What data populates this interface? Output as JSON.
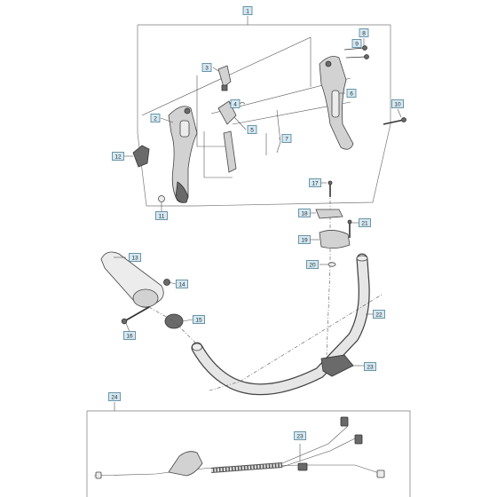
{
  "callouts": [
    {
      "id": "c1",
      "label": "1"
    },
    {
      "id": "c2",
      "label": "2"
    },
    {
      "id": "c3",
      "label": "3"
    },
    {
      "id": "c4",
      "label": "4"
    },
    {
      "id": "c5",
      "label": "5"
    },
    {
      "id": "c6",
      "label": "6"
    },
    {
      "id": "c7",
      "label": "7"
    },
    {
      "id": "c8",
      "label": "8"
    },
    {
      "id": "c9",
      "label": "9"
    },
    {
      "id": "c10",
      "label": "10"
    },
    {
      "id": "c11",
      "label": "11"
    },
    {
      "id": "c12",
      "label": "12"
    },
    {
      "id": "c13",
      "label": "13"
    },
    {
      "id": "c14",
      "label": "14"
    },
    {
      "id": "c15",
      "label": "15"
    },
    {
      "id": "c16",
      "label": "16"
    },
    {
      "id": "c17",
      "label": "17"
    },
    {
      "id": "c18",
      "label": "18"
    },
    {
      "id": "c19",
      "label": "19"
    },
    {
      "id": "c20",
      "label": "20"
    },
    {
      "id": "c21",
      "label": "21"
    },
    {
      "id": "c22",
      "label": "22"
    },
    {
      "id": "c23a",
      "label": "23"
    },
    {
      "id": "c24",
      "label": "24"
    },
    {
      "id": "c23b",
      "label": "23"
    }
  ]
}
